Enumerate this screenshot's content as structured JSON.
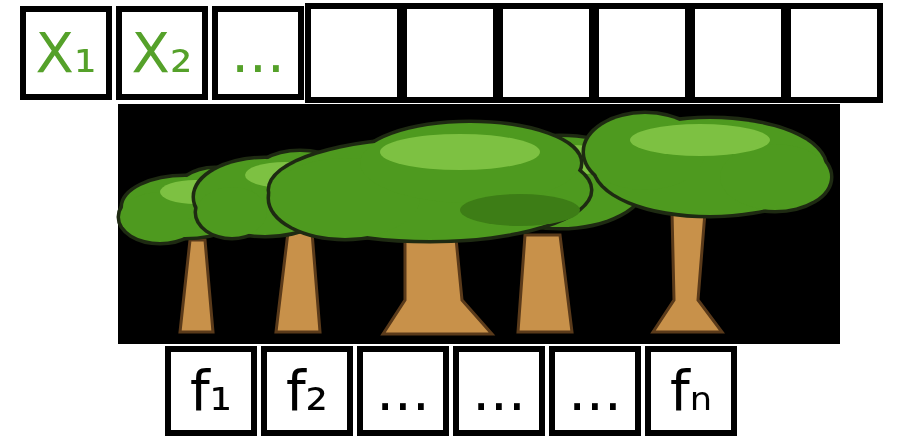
{
  "diagram": {
    "nodes": [
      {
        "text": [
          "X₁"
        ]
      },
      {
        "text": [
          "X₂"
        ]
      },
      {
        "text": [
          "..."
        ]
      },
      {
        "text": [
          "f₁"
        ]
      },
      {
        "text": [
          "f₂"
        ]
      },
      {
        "text": [
          "..."
        ]
      },
      {
        "text": [
          "..."
        ]
      },
      {
        "text": [
          "..."
        ]
      },
      {
        "text": [
          "fₙ"
        ]
      }
    ]
  }
}
